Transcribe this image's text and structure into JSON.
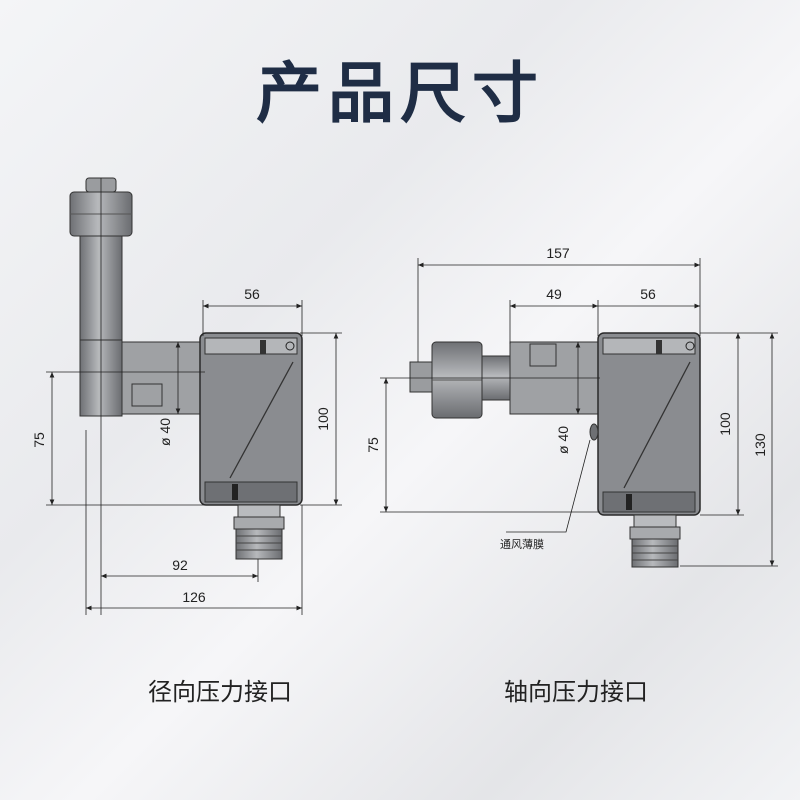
{
  "title": "产品尺寸",
  "left": {
    "caption": "径向压力接口",
    "dims": {
      "width_top": "56",
      "height_body": "100",
      "height_left": "75",
      "diameter": "ø 40",
      "width_mid": "92",
      "width_total": "126"
    }
  },
  "right": {
    "caption": "轴向压力接口",
    "dims": {
      "width_total": "157",
      "width_left": "49",
      "width_right": "56",
      "height_body": "100",
      "height_total": "130",
      "height_left": "75",
      "diameter": "ø 40"
    },
    "note": "通风薄膜"
  },
  "colors": {
    "title": "#1f2d45",
    "body_fill": "#8a8c90",
    "line": "#222222"
  }
}
